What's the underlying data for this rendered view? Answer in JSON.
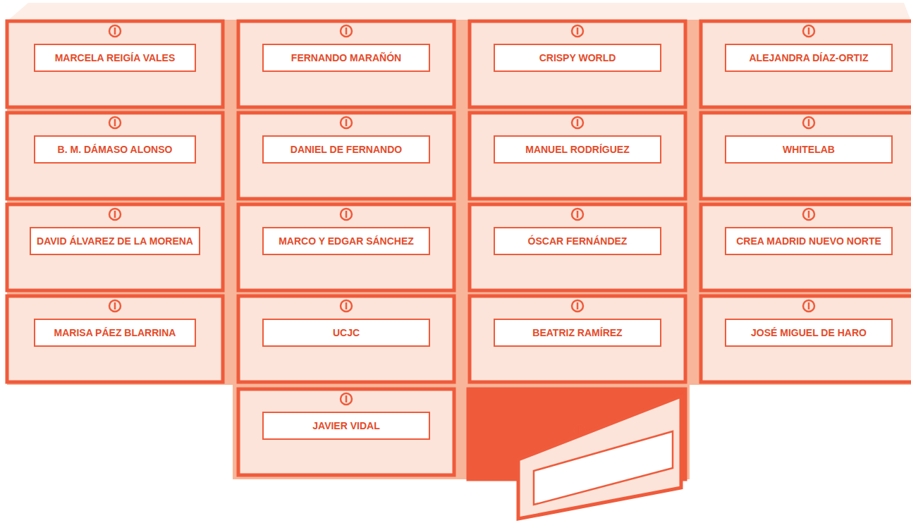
{
  "diagram": {
    "nodes": [
      {
        "text": [
          "MARCELA REIGÍA VALES"
        ]
      },
      {
        "text": [
          "FERNANDO MARAÑÓN"
        ]
      },
      {
        "text": [
          "CRISPY WORLD"
        ]
      },
      {
        "text": [
          "ALEJANDRA DÍAZ-ORTIZ"
        ]
      },
      {
        "text": [
          "B. M. DÁMASO ALONSO"
        ]
      },
      {
        "text": [
          "DANIEL DE FERNANDO"
        ]
      },
      {
        "text": [
          "MANUEL RODRÍGUEZ"
        ]
      },
      {
        "text": [
          "WHITELAB"
        ]
      },
      {
        "text": [
          "DAVID ÁLVAREZ DE LA MORENA"
        ]
      },
      {
        "text": [
          "MARCO Y EDGAR SÁNCHEZ"
        ]
      },
      {
        "text": [
          "ÓSCAR FERNÁNDEZ"
        ]
      },
      {
        "text": [
          "CREA MADRID NUEVO NORTE"
        ]
      },
      {
        "text": [
          "MARISA PÁEZ BLARRINA"
        ]
      },
      {
        "text": [
          "UCJC"
        ]
      },
      {
        "text": [
          "BEATRIZ RAMÍREZ"
        ]
      },
      {
        "text": [
          "JOSÉ MIGUEL DE HARO"
        ]
      },
      {
        "text": [
          "JAVIER VIDAL"
        ]
      }
    ]
  }
}
